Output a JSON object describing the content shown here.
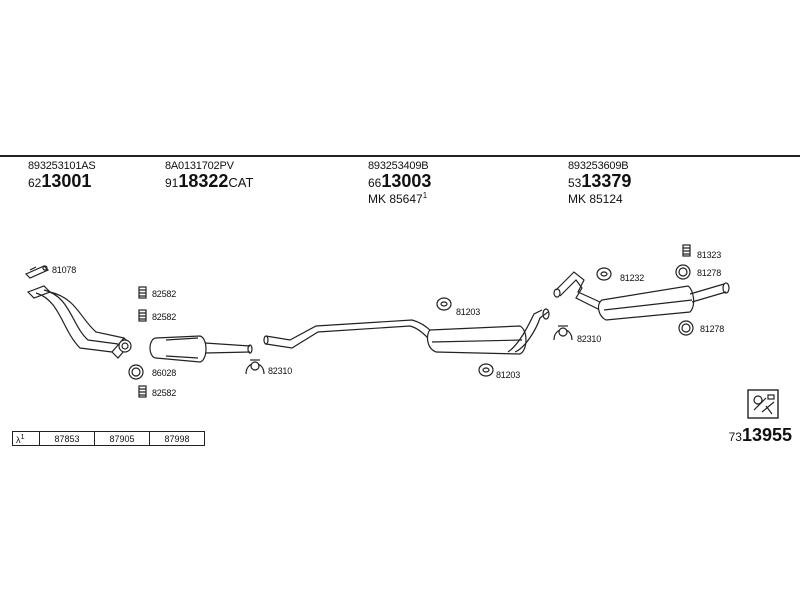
{
  "parts": [
    {
      "oem": "893253101AS",
      "prefix": "62",
      "main": "13001",
      "suffix": "",
      "mk": "",
      "mk_sup": ""
    },
    {
      "oem": "8A0131702PV",
      "prefix": "91",
      "main": "18322",
      "suffix": "CAT",
      "mk": "",
      "mk_sup": ""
    },
    {
      "oem": "893253409B",
      "prefix": "66",
      "main": "13003",
      "suffix": "",
      "mk": "MK  85647",
      "mk_sup": "1"
    },
    {
      "oem": "893253609B",
      "prefix": "53",
      "main": "13379",
      "suffix": "",
      "mk": "MK  85124",
      "mk_sup": ""
    }
  ],
  "labels": {
    "l81078": "81078",
    "l82582a": "82582",
    "l82582b": "82582",
    "l86028": "86028",
    "l82582c": "82582",
    "l82310a": "82310",
    "l81203a": "81203",
    "l81203b": "81203",
    "l82310b": "82310",
    "l81232": "81232",
    "l81323": "81323",
    "l81278a": "81278",
    "l81278b": "81278"
  },
  "table": {
    "lambda": "λ",
    "lambda_sup": "1",
    "cells": [
      "87853",
      "87905",
      "87998"
    ]
  },
  "kit": {
    "prefix": "73",
    "main": "13955"
  },
  "icons": {
    "kit": "kit-box-icon",
    "sensor": "lambda-sensor-icon"
  }
}
